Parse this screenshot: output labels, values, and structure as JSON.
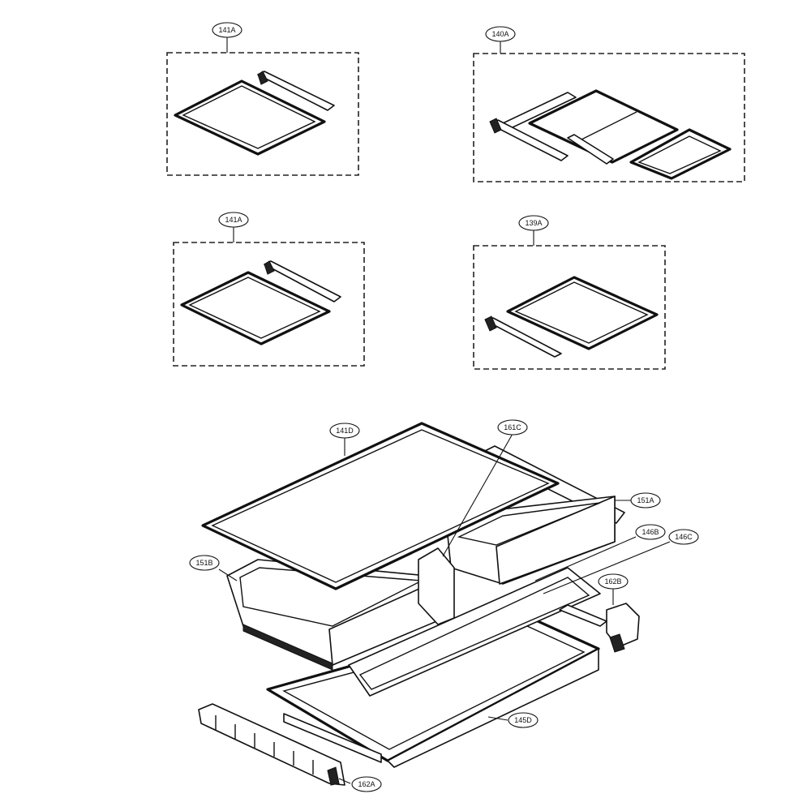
{
  "callouts": {
    "top_left": "141A",
    "top_right": "140A",
    "mid_left": "141A",
    "mid_right": "139A",
    "shelf": "141D",
    "center_rail": "161C",
    "right_drawer": "151A",
    "left_drawer": "151B",
    "cover_b": "146B",
    "cover_c": "146C",
    "bracket_right": "162B",
    "frame": "145D",
    "bracket_left": "162A"
  }
}
